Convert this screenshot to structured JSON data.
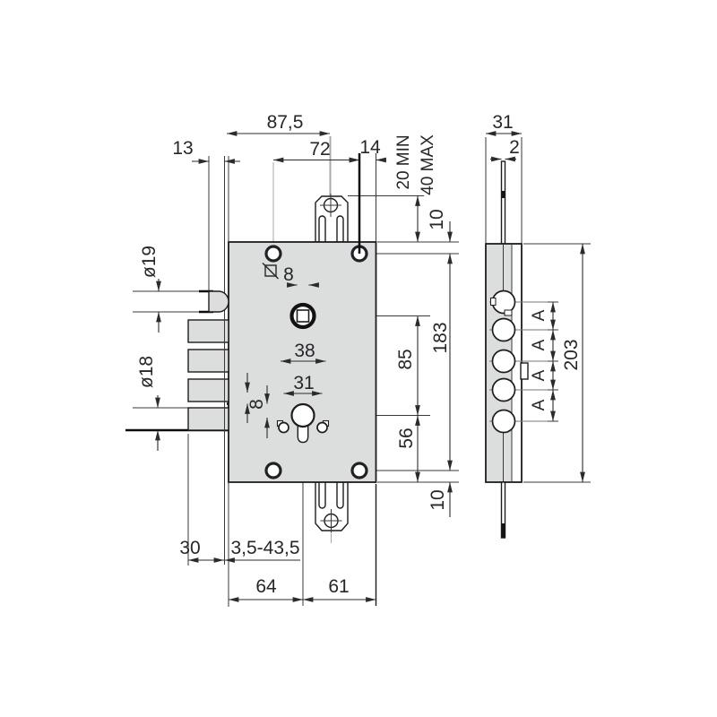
{
  "drawing": {
    "kind": "lock-technical-drawing",
    "views": [
      "front-view",
      "side-view"
    ],
    "colors": {
      "body_fill": "#dcdddd",
      "line": "#1d1d1f",
      "dimension": "#2b2b2e"
    }
  },
  "labels": {
    "front": {
      "d13": "13",
      "d87_5": "87,5",
      "d72": "72",
      "d14": "14",
      "d20min": "20 MIN",
      "d40max": "40 MAX",
      "d10_top": "10",
      "dia19": "ø19",
      "d8_follower": "8",
      "d38": "38",
      "d31": "31",
      "d85": "85",
      "d183": "183",
      "dia18": "ø18",
      "d8_lower": "8",
      "d56": "56",
      "d10_bottom": "10",
      "d30": "30",
      "d3_5_43_5": "3,5-43,5",
      "d64": "64",
      "d61": "61"
    },
    "side": {
      "d31_depth": "31",
      "d2": "2",
      "dA": "A",
      "d203": "203"
    }
  }
}
